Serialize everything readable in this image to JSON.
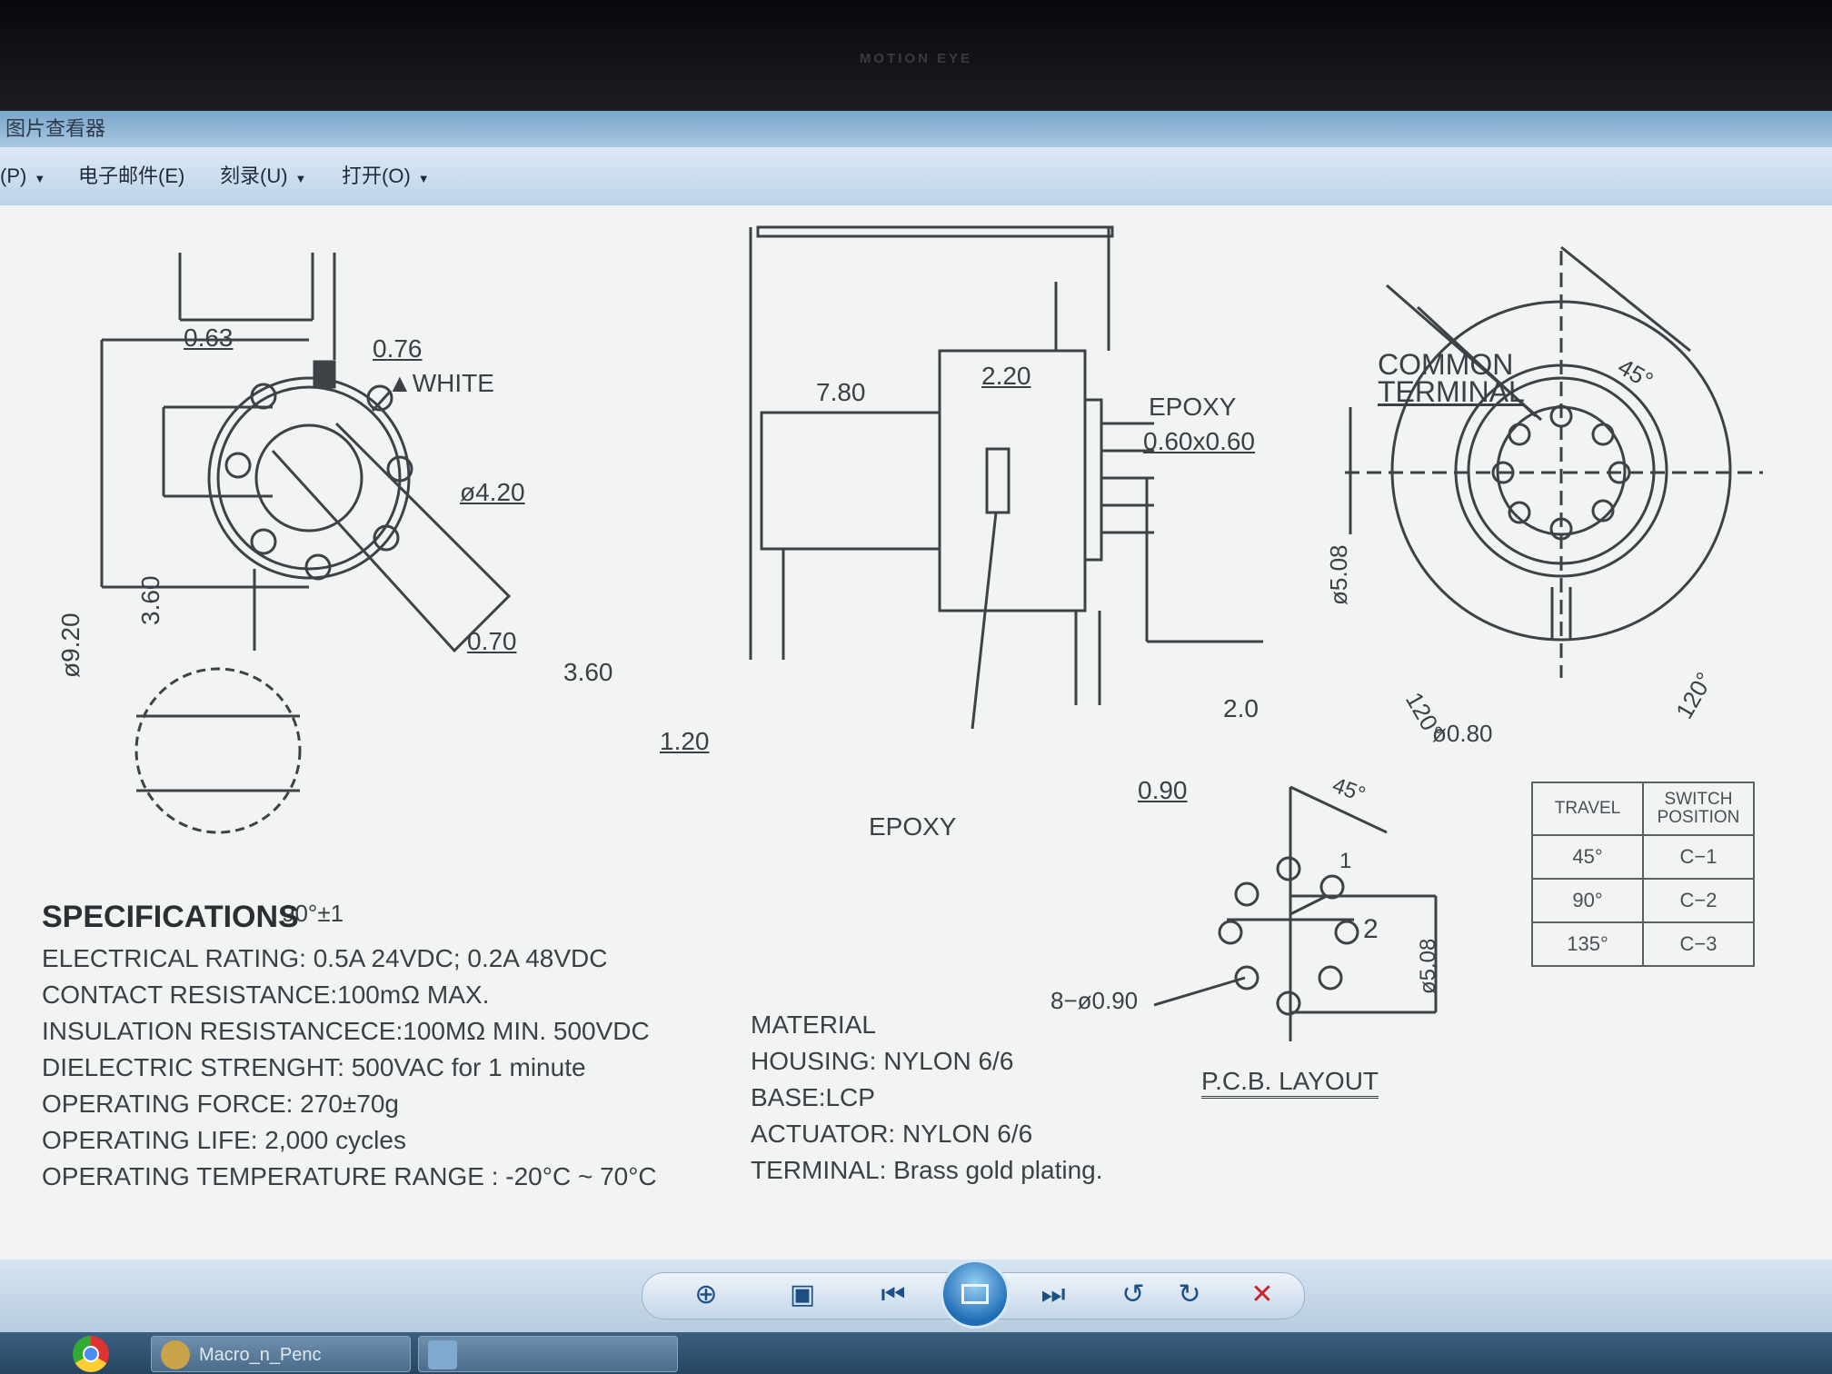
{
  "bezel": {
    "brand": "MOTION EYE"
  },
  "window": {
    "title": "图片查看器"
  },
  "menu": [
    {
      "label": "(P)"
    },
    {
      "label": "电子邮件(E)"
    },
    {
      "label": "刻录(U)"
    },
    {
      "label": "打开(O)"
    }
  ],
  "drawing": {
    "top_view": {
      "dim_063": "0.63",
      "dim_076": "0.76",
      "white": "▲WHITE",
      "dia_420": "ø4.20",
      "dia_920": "ø9.20",
      "dim_360v": "3.60",
      "dim_070": "0.70",
      "dim_360": "3.60",
      "detail_note": "90°±1"
    },
    "side_view": {
      "dim_780": "7.80",
      "dim_220": "2.20",
      "epoxy_top": "EPOXY",
      "pin_size": "0.60x0.60",
      "dim_20": "2.0",
      "dim_120": "1.20",
      "dim_090": "0.90",
      "epoxy_bottom": "EPOXY"
    },
    "bottom_view": {
      "common_terminal_1": "COMMON",
      "common_terminal_2": "TERMINAL",
      "angle_45": "45°",
      "dia_508": "ø5.08",
      "angle_120_left": "120°",
      "angle_120_right": "120°",
      "dia_080": "ø0.80"
    },
    "pcb": {
      "angle_45": "45°",
      "pos_1": "1",
      "pos_2": "2",
      "holes": "8−ø0.90",
      "dia_508": "ø5.08",
      "label": "P.C.B. LAYOUT"
    }
  },
  "travel_table": {
    "headers": [
      "TRAVEL",
      "SWITCH POSITION"
    ],
    "rows": [
      {
        "travel": "45°",
        "position": "C−1"
      },
      {
        "travel": "90°",
        "position": "C−2"
      },
      {
        "travel": "135°",
        "position": "C−3"
      }
    ]
  },
  "specifications": {
    "title": "SPECIFICATIONS",
    "lines": [
      "ELECTRICAL RATING: 0.5A 24VDC; 0.2A 48VDC",
      "CONTACT RESISTANCE:100mΩ MAX.",
      "INSULATION RESISTANCECE:100MΩ MIN. 500VDC",
      "DIELECTRIC STRENGHT: 500VAC for 1 minute",
      "OPERATING FORCE: 270±70g",
      "OPERATING LIFE: 2,000 cycles",
      "OPERATING TEMPERATURE RANGE : -20°C ~ 70°C"
    ]
  },
  "material": {
    "lines": [
      "MATERIAL",
      "HOUSING: NYLON 6/6",
      "BASE:LCP",
      "ACTUATOR: NYLON 6/6",
      "TERMINAL: Brass gold plating."
    ]
  },
  "toolbar": {
    "zoom_icon": "zoom-in-icon",
    "fit_icon": "fit-window-icon",
    "prev_icon": "previous-icon",
    "slideshow_icon": "slideshow-icon",
    "next_icon": "next-icon",
    "rotate_left_icon": "rotate-left-icon",
    "rotate_right_icon": "rotate-right-icon",
    "delete_icon": "delete-icon"
  },
  "taskbar": {
    "items": [
      {
        "label": "Macro_n_Penc"
      }
    ]
  }
}
